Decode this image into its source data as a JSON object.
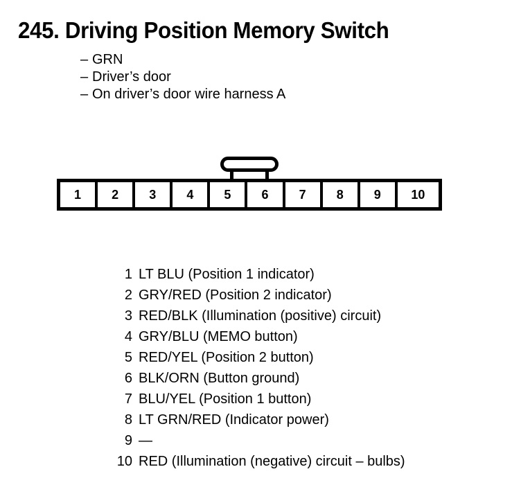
{
  "title": "245. Driving Position Memory Switch",
  "notes": [
    {
      "dash": "–",
      "text": "GRN"
    },
    {
      "dash": "–",
      "text": "Driver’s door"
    },
    {
      "dash": "–",
      "text": "On driver’s door wire harness A"
    }
  ],
  "connector": {
    "pin_count": 10,
    "pins": [
      "1",
      "2",
      "3",
      "4",
      "5",
      "6",
      "7",
      "8",
      "9",
      "10"
    ],
    "latch_position": "top-center-between-pin-5-and-6"
  },
  "legend": [
    {
      "pin": "1",
      "desc": "LT BLU (Position 1 indicator)"
    },
    {
      "pin": "2",
      "desc": "GRY/RED (Position 2 indicator)"
    },
    {
      "pin": "3",
      "desc": "RED/BLK (Illumination (positive) circuit)"
    },
    {
      "pin": "4",
      "desc": "GRY/BLU (MEMO button)"
    },
    {
      "pin": "5",
      "desc": "RED/YEL (Position 2 button)"
    },
    {
      "pin": "6",
      "desc": "BLK/ORN (Button ground)"
    },
    {
      "pin": "7",
      "desc": "BLU/YEL (Position 1 button)"
    },
    {
      "pin": "8",
      "desc": "LT GRN/RED (Indicator power)"
    },
    {
      "pin": "9",
      "desc": "—"
    },
    {
      "pin": "10",
      "desc": "RED (Illumination (negative) circuit – bulbs)"
    }
  ],
  "colors": {
    "ink": "#000000",
    "paper": "#ffffff"
  }
}
